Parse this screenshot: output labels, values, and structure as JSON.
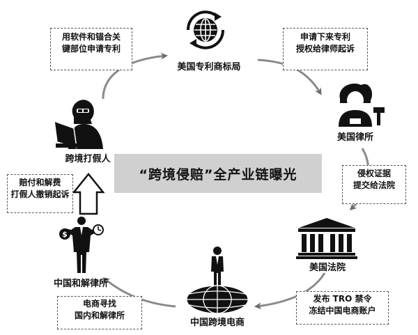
{
  "banner": {
    "title": "“跨境侵赔”全产业链曝光"
  },
  "nodes": {
    "uspto": {
      "label": "美国专利商标局",
      "icon": "globe-refresh-icon"
    },
    "us_law_firm": {
      "label": "美国律所",
      "icon": "judge-gavel-icon"
    },
    "us_court": {
      "label": "美国法院",
      "icon": "courthouse-icon"
    },
    "cn_ecommerce": {
      "label": "中国跨境电商",
      "icon": "person-on-globe-icon"
    },
    "cn_settlement_firm": {
      "label": "中国和解律所",
      "icon": "businessman-money-icon"
    },
    "anti_counterfeit": {
      "label": "跨境打假人",
      "icon": "hacker-laptop-icon"
    }
  },
  "notes": {
    "register_patent": {
      "line1": "用软件和锚合关",
      "line2": "键部位申请专利"
    },
    "license_to_lawyer": {
      "line1": "申请下来专利",
      "line2": "授权给律师起诉"
    },
    "submit_evidence": {
      "line1": "侵权证据",
      "line2": "提交给法院"
    },
    "issue_tro": {
      "line1": "发布 TRO 禁令",
      "line2": "冻结中国电商账户"
    },
    "seek_settlement": {
      "line1": "电商寻找",
      "line2": "国内和解律所"
    },
    "pay_settlement": {
      "line1": "赔付和解费",
      "line2": "打假人撤销起诉"
    }
  },
  "colors": {
    "banner_bg": "#d0d0d0",
    "icon": "#111111",
    "arrow": "#777777"
  }
}
